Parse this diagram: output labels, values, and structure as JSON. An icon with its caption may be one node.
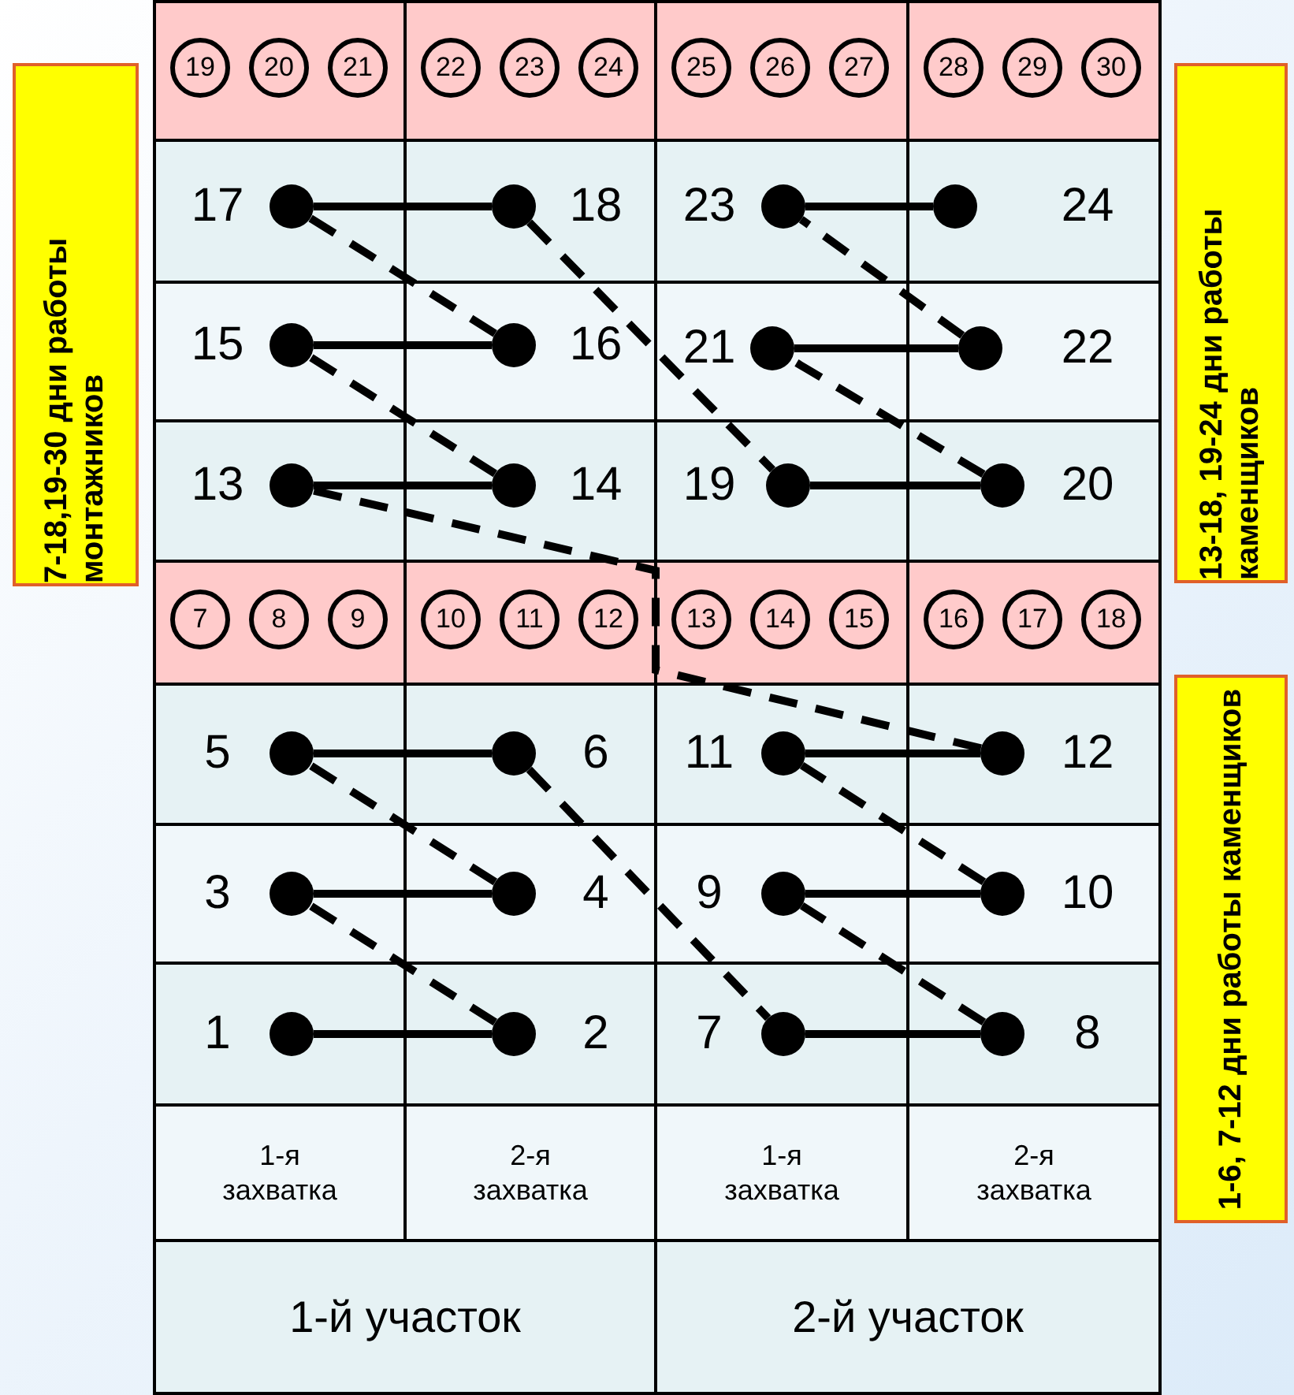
{
  "diagram": {
    "nodes": [
      {
        "text": [
          "7-18,19-30 дни работы монтажников"
        ]
      },
      {
        "text": [
          "13-18, 19-24 дни работы каменщиков"
        ]
      },
      {
        "text": [
          "1-6, 7-12 дни работы каменщиков"
        ]
      },
      {
        "text": [
          "19"
        ]
      },
      {
        "text": [
          "20"
        ]
      },
      {
        "text": [
          "21"
        ]
      },
      {
        "text": [
          "22"
        ]
      },
      {
        "text": [
          "23"
        ]
      },
      {
        "text": [
          "24"
        ]
      },
      {
        "text": [
          "25"
        ]
      },
      {
        "text": [
          "26"
        ]
      },
      {
        "text": [
          "27"
        ]
      },
      {
        "text": [
          "28"
        ]
      },
      {
        "text": [
          "29"
        ]
      },
      {
        "text": [
          "30"
        ]
      },
      {
        "text": [
          "7"
        ]
      },
      {
        "text": [
          "8"
        ]
      },
      {
        "text": [
          "9"
        ]
      },
      {
        "text": [
          "10"
        ]
      },
      {
        "text": [
          "11"
        ]
      },
      {
        "text": [
          "12"
        ]
      },
      {
        "text": [
          "13"
        ]
      },
      {
        "text": [
          "14"
        ]
      },
      {
        "text": [
          "15"
        ]
      },
      {
        "text": [
          "16"
        ]
      },
      {
        "text": [
          "17"
        ]
      },
      {
        "text": [
          "18"
        ]
      },
      {
        "text": [],
        "shape": "circle",
        "beside": [
          "1"
        ]
      },
      {
        "text": [],
        "shape": "circle",
        "beside": [
          "2"
        ]
      },
      {
        "text": [],
        "shape": "circle",
        "beside": [
          "3"
        ]
      },
      {
        "text": [],
        "shape": "circle",
        "beside": [
          "4"
        ]
      },
      {
        "text": [],
        "shape": "circle",
        "beside": [
          "5"
        ]
      },
      {
        "text": [],
        "shape": "circle",
        "beside": [
          "6"
        ]
      },
      {
        "text": [],
        "shape": "circle",
        "beside": [
          "7"
        ]
      },
      {
        "text": [],
        "shape": "circle",
        "beside": [
          "8"
        ]
      },
      {
        "text": [],
        "shape": "circle",
        "beside": [
          "9"
        ]
      },
      {
        "text": [],
        "shape": "circle",
        "beside": [
          "10"
        ]
      },
      {
        "text": [],
        "shape": "circle",
        "beside": [
          "11"
        ]
      },
      {
        "text": [],
        "shape": "circle",
        "beside": [
          "12"
        ]
      },
      {
        "text": [],
        "shape": "circle",
        "beside": [
          "13"
        ]
      },
      {
        "text": [],
        "shape": "circle",
        "beside": [
          "14"
        ]
      },
      {
        "text": [],
        "shape": "circle",
        "beside": [
          "15"
        ]
      },
      {
        "text": [],
        "shape": "circle",
        "beside": [
          "16"
        ]
      },
      {
        "text": [],
        "shape": "circle",
        "beside": [
          "17"
        ]
      },
      {
        "text": [],
        "shape": "circle",
        "beside": [
          "18"
        ]
      },
      {
        "text": [],
        "shape": "circle",
        "beside": [
          "19"
        ]
      },
      {
        "text": [],
        "shape": "circle",
        "beside": [
          "20"
        ]
      },
      {
        "text": [],
        "shape": "circle",
        "beside": [
          "21"
        ]
      },
      {
        "text": [],
        "shape": "circle",
        "beside": [
          "22"
        ]
      },
      {
        "text": [],
        "shape": "circle",
        "beside": [
          "23"
        ]
      },
      {
        "text": [],
        "shape": "circle",
        "beside": [
          "24"
        ]
      }
    ],
    "edges": [
      {
        "from": 27,
        "to": 28,
        "arrow": "none"
      },
      {
        "from": 28,
        "to": 29,
        "arrow": "none",
        "style": "dashed"
      },
      {
        "from": 29,
        "to": 30,
        "arrow": "none"
      },
      {
        "from": 30,
        "to": 31,
        "arrow": "none",
        "style": "dashed"
      },
      {
        "from": 31,
        "to": 32,
        "arrow": "none"
      },
      {
        "from": 32,
        "to": 33,
        "arrow": "none",
        "style": "dashed"
      },
      {
        "from": 33,
        "to": 34,
        "arrow": "none"
      },
      {
        "from": 34,
        "to": 35,
        "arrow": "none",
        "style": "dashed"
      },
      {
        "from": 35,
        "to": 36,
        "arrow": "none"
      },
      {
        "from": 36,
        "to": 37,
        "arrow": "none",
        "style": "dashed"
      },
      {
        "from": 37,
        "to": 38,
        "arrow": "none"
      },
      {
        "from": 38,
        "to": 39,
        "arrow": "none",
        "style": "dashed"
      },
      {
        "from": 39,
        "to": 40,
        "arrow": "none"
      },
      {
        "from": 40,
        "to": 41,
        "arrow": "none",
        "style": "dashed"
      },
      {
        "from": 41,
        "to": 42,
        "arrow": "none"
      },
      {
        "from": 42,
        "to": 43,
        "arrow": "none",
        "style": "dashed"
      },
      {
        "from": 43,
        "to": 44,
        "arrow": "none"
      },
      {
        "from": 44,
        "to": 45,
        "arrow": "none",
        "style": "dashed"
      },
      {
        "from": 45,
        "to": 46,
        "arrow": "none"
      },
      {
        "from": 46,
        "to": 47,
        "arrow": "none",
        "style": "dashed"
      },
      {
        "from": 47,
        "to": 48,
        "arrow": "none"
      },
      {
        "from": 48,
        "to": 49,
        "arrow": "none",
        "style": "dashed"
      },
      {
        "from": 49,
        "to": 50,
        "arrow": "none"
      }
    ],
    "labels": [
      "1-я захватка",
      "2-я захватка",
      "1-я захватка",
      "2-я захватка",
      "1-й участок",
      "2-й участок"
    ]
  }
}
